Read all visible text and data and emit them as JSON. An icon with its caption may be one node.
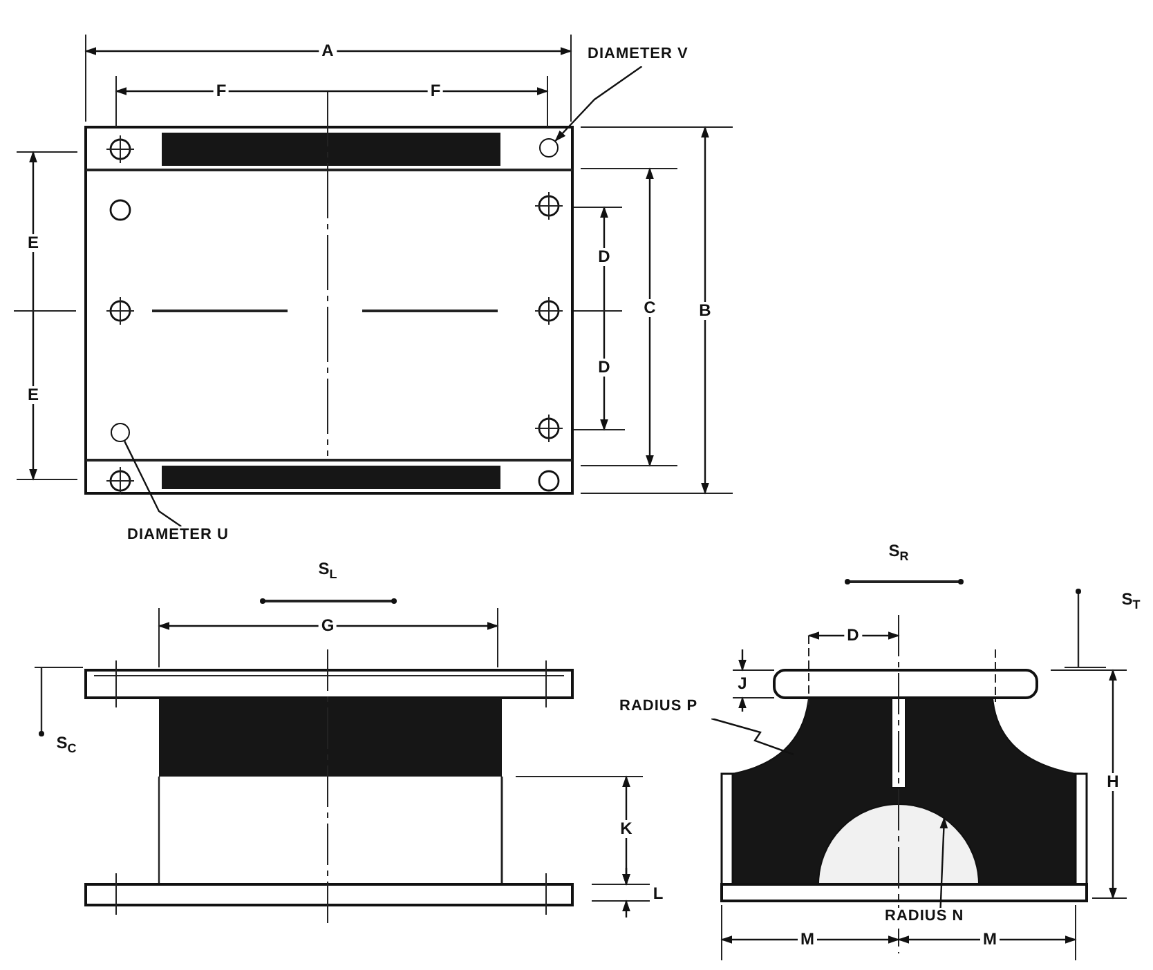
{
  "diagram": {
    "nodes": [
      {
        "text": [
          "DIAMETER V"
        ]
      },
      {
        "text": [],
        "shape": "circle"
      },
      {
        "text": [
          "DIAMETER U"
        ]
      },
      {
        "text": [],
        "shape": "circle"
      },
      {
        "text": [
          "RADIUS P"
        ]
      },
      {
        "text": [
          "RADIUS N"
        ]
      },
      {
        "text": [],
        "shape": "picture"
      },
      {
        "text": [],
        "shape": "circle"
      }
    ],
    "edges": [
      {
        "from": 0,
        "to": 1,
        "arrow": "to"
      },
      {
        "from": 2,
        "to": 3,
        "arrow": "none"
      },
      {
        "from": 4,
        "to": 6,
        "arrow": "none"
      },
      {
        "from": 5,
        "to": 7,
        "arrow": "to"
      }
    ],
    "labels": [
      "A",
      "F",
      "F",
      "E",
      "D",
      "C",
      "B",
      "D",
      "E",
      "S$_{L}$",
      "S$_{R}$",
      "G",
      "D",
      "S$_{T}$",
      "J",
      "S$_{C}$",
      "H",
      "K",
      "L",
      "M",
      "M"
    ]
  }
}
